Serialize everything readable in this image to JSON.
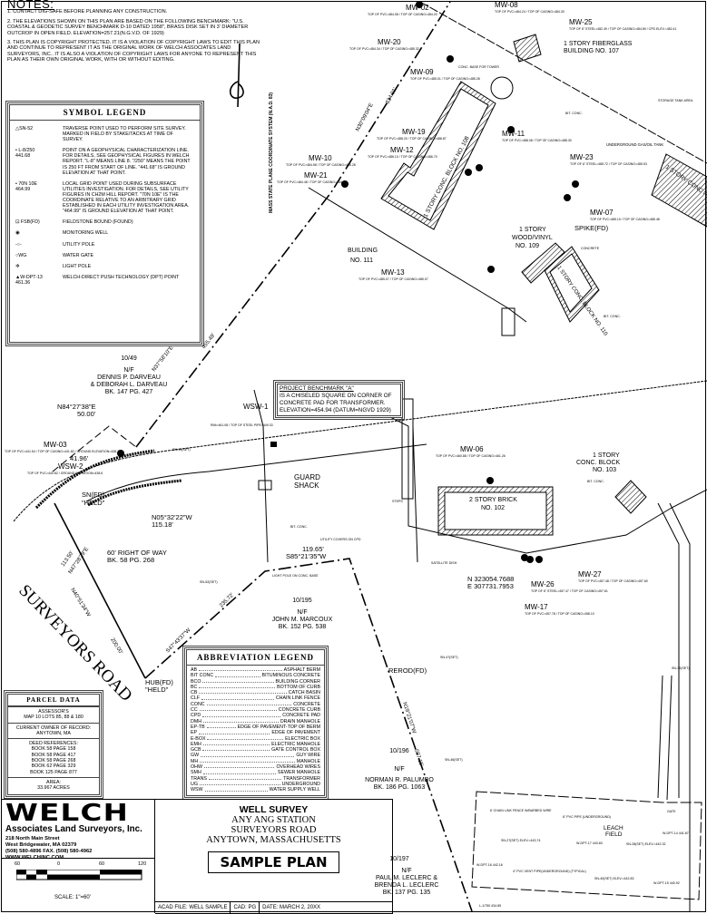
{
  "notes": {
    "heading": "NOTES:",
    "items": [
      "1. CONTACT DIG-SAFE BEFORE PLANNING ANY CONSTRUCTION.",
      "2. THE ELEVATIONS SHOWN ON THIS PLAN ARE BASED ON THE FOLLOWING BENCHMARK: \"U.S. COASTAL & GEODETIC SURVEY BENCHMARK D-10 DATED 1958\", BRASS DISK SET IN 3' DIAMETER OUTCROP IN OPEN FIELD. ELEVATION=257.21(N.G.V.D. OF 1929)",
      "3. THIS PLAN IS COPYRIGHT PROTECTED. IT IS A VIOLATION OF COPYRIGHT LAWS TO EDIT THIS PLAN AND CONTINUE TO REPRESENT IT AS THE ORIGINAL WORK OF WELCH ASSOCIATES LAND SURVEYORS, INC.. IT IS ALSO A VIOLATION OF COPYRIGHT LAWS FOR ANYONE TO REPRESENT THIS PLAN AS THEIR OWN ORIGINAL WORK, WITH OR WITHOUT EDITING."
    ]
  },
  "symbol_legend": {
    "title": "SYMBOL LEGEND",
    "items": [
      {
        "key": "△SN-52",
        "desc": "TRAVERSE POINT USED TO PERFORM SITE SURVEY. MARKED IN FIELD BY STAKE/TACKS AT TIME OF SURVEY."
      },
      {
        "key": "• L-8/250\n441.68",
        "desc": "POINT ON A GEOPHYSICAL CHARACTERIZATION LINE. FOR DETAILS, SEE GEOPHYSICAL FIGURES IN WELCH REPORT. \"L-8\" MEANS LINE 8. \"/250\" MEANS THE POINT IS 250 FT FROM START OF LINE. \"441.68\" IS GROUND ELEVATION AT THAT POINT."
      },
      {
        "key": "• 70N 10E\n464.99",
        "desc": "LOCAL GRID POINT USED DURING SUBSURFACE UTILITIES INVESTIGATION. FOR DETAILS, SEE UTILITY FIGURES IN CH2M HILL REPORT. \"70N 10E\" IS THE COORDINATE RELATIVE TO AN ARBITRARY GRID ESTABLISHED IN EACH UTILITY INVESTIGATION AREA. \"464.99\" IS GROUND ELEVATION AT THAT POINT."
      },
      {
        "key": "⊡ FSB(FD)",
        "desc": "FIELDSTONE BOUND (FOUND)"
      },
      {
        "key": "  ◉",
        "desc": "MONITORING WELL"
      },
      {
        "key": "-○-",
        "desc": "UTILITY POLE"
      },
      {
        "key": "○WG",
        "desc": "WATER GATE"
      },
      {
        "key": "  ✲",
        "desc": "LIGHT POLE"
      },
      {
        "key": "▲W-DPT-13\n   461.36",
        "desc": "WELCH-DIRECT PUSH TECHNOLOGY (DPT) POINT"
      }
    ]
  },
  "abbreviation_legend": {
    "title": "ABBREVIATION LEGEND",
    "items": [
      {
        "abbr": "AB",
        "meaning": "ASPHALT BERM"
      },
      {
        "abbr": "BIT CONC",
        "meaning": "BITUMINOUS CONCRETE"
      },
      {
        "abbr": "BCO",
        "meaning": "BUILDING CORNER"
      },
      {
        "abbr": "BC",
        "meaning": "BOTTOM OF CURB"
      },
      {
        "abbr": "CB",
        "meaning": "CATCH BASIN"
      },
      {
        "abbr": "CLF",
        "meaning": "CHAIN LINK FENCE"
      },
      {
        "abbr": "CONC",
        "meaning": "CONCRETE"
      },
      {
        "abbr": "CC",
        "meaning": "CONCRETE CURB"
      },
      {
        "abbr": "CPD",
        "meaning": "CONCRETE PAD"
      },
      {
        "abbr": "DMH",
        "meaning": "DRAIN MANHOLE"
      },
      {
        "abbr": "EP-TB",
        "meaning": "EDGE OF PAVEMENT-TOP OF BERM"
      },
      {
        "abbr": "EP",
        "meaning": "EDGE OF PAVEMENT"
      },
      {
        "abbr": "E-BOX",
        "meaning": "ELECTRIC BOX"
      },
      {
        "abbr": "EMH",
        "meaning": "ELECTRIC MANHOLE"
      },
      {
        "abbr": "GCB",
        "meaning": "GATE CONTROL BOX"
      },
      {
        "abbr": "GW",
        "meaning": "GUY WIRE"
      },
      {
        "abbr": "MH",
        "meaning": "MANHOLE"
      },
      {
        "abbr": "OHW",
        "meaning": "OVERHEAD WIRES"
      },
      {
        "abbr": "SMH",
        "meaning": "SEWER MANHOLE"
      },
      {
        "abbr": "TRANS",
        "meaning": "TRANSFORMER"
      },
      {
        "abbr": "UG",
        "meaning": "UNDERGROUND"
      },
      {
        "abbr": "WSW",
        "meaning": "WATER SUPPLY WELL"
      }
    ]
  },
  "parcel_data": {
    "title": "PARCEL DATA",
    "assessor_label": "ASSESSOR'S",
    "assessor_value": "MAP 10 LOTS 85, 88 & 180",
    "owner_label": "CURRENT OWNER OF RECORD:",
    "owner_value": "ANYTOWN, MA",
    "deed_label": "DEED REFERENCES:",
    "deeds": [
      "BOOK 58 PAGE 158",
      "BOOK 58 PAGE 417",
      "BOOK 58 PAGE 268",
      "BOOK 62 PAGE 329",
      "BOOK 125 PAGE 877"
    ],
    "area_label": "AREA:",
    "area_value": "33.967 ACRES"
  },
  "benchmark": {
    "title": "PROJECT BENCHMARK \"A\"",
    "line1": "IS A CHISELED SQUARE ON CORNER OF",
    "line2": "CONCRETE PAD FOR TRANSFORMER.",
    "line3": "ELEVATION=454.94 (DATUM=NGVD 1929)"
  },
  "company": {
    "name": "WELCH",
    "subtitle": "Associates Land Surveyors, Inc.",
    "street": "218 North Main Street",
    "city": "West Bridgewater, MA   02379",
    "phone": "(508) 580-4896  FAX. (508) 580-4962",
    "web": "WWW.WELCHINC.COM"
  },
  "scale_bar": {
    "ticks": [
      "60",
      "0",
      "60",
      "120"
    ],
    "label": "SCALE:  1\"=60'"
  },
  "title_block": {
    "heading": "WELL SURVEY",
    "line1": "ANY ANG STATION",
    "line2": "SURVEYORS ROAD",
    "line3": "ANYTOWN, MASSACHUSETTS",
    "stamp": "SAMPLE PLAN",
    "acad_file": "ACAD FILE: WELL SAMPLE",
    "cad": "CAD: PG",
    "date": "DATE: MARCH 2, 20XX"
  },
  "map": {
    "coord_system": "MASS STATE PLANE COORDINATE SYSTEM (N.A.D. 83)",
    "wells": {
      "mw02": "MW-02",
      "mw02_d": "TOP OF PVC=484.08 / TOP OF CASING=484.20",
      "mw08": "MW-08",
      "mw08_d": "TOP OF PVC=484.24 / TOP OF CASING=484.33",
      "mw25": "MW-25",
      "mw25_d": "TOP OF 6\" STEEL=482.49 / TOP OF CASING=484.89 / CPD ELEV.=482.41",
      "mw20": "MW-20",
      "mw20_d": "TOP OF PVC=484.34 / TOP OF CASING=485.32",
      "mw09": "MW-09",
      "mw09_d": "TOP OF PVC=485.01 / TOP OF CASING=485.28",
      "mw19": "MW-19",
      "mw19_d": "TOP OF PVC=488.20 / TOP OF CASING=488.87",
      "mw12": "MW-12",
      "mw12_d": "TOP OF PVC=486.10 / TOP OF CASING=486.70",
      "mw10": "MW-10",
      "mw10_d": "TOP OF PVC=484.58 / TOP OF CASING=485.28",
      "mw21": "MW-21",
      "mw21_d": "TOP OF PVC=484.48 / TOP OF CASING=484.76",
      "mw11": "MW-11",
      "mw11_d": "TOP OF PVC=488.08 / TOP OF CASING=488.30",
      "mw23": "MW-23",
      "mw23_d": "TOP OF 6\" STEEL=485.72 / TOP OF CASING=485.53",
      "mw07": "MW-07",
      "mw07_d": "TOP OF PVC=485.19 / TOP OF CASING=485.48",
      "mw13": "MW-13",
      "mw13_d": "TOP OF PVC=485.07 / TOP OF CASING=485.07",
      "mw03": "MW-03",
      "mw03_d": "TOP OF PVC=441.54 / TOP OF CASING=441.82 / GROUND ELEVATION=438.7",
      "wsw2": "WSW-2",
      "wsw2_d": "TOP OF PVC=440.82 / GROUND ELEVATION=438.6",
      "wsw1": "WSW-1",
      "wsw1_d": "RIM=461.08 / TOP OF STEEL PIPE=449.33",
      "mw06": "MW-06",
      "mw06_d": "TOP OF PVC=460.88 / TOP OF CASING=461.26",
      "mw27": "MW-27",
      "mw27_d": "TOP OF PVC=457.48 / TOP OF CASING=457.60",
      "mw26": "MW-26",
      "mw26_d": "TOP OF 6\" STEEL=457.47 / TOP OF CASING=457.61",
      "mw17": "MW-17",
      "mw17_d": "TOP OF PVC=457.78 / TOP OF CASING=458.10"
    },
    "buildings": {
      "b107a": "1 STORY FIBERGLASS",
      "b107b": "BUILDING NO. 107",
      "b108": "1 STORY CONC. BLOCK NO. 108",
      "b108b": "1 STORY CONC NO. 108",
      "b109a": "1 STORY",
      "b109b": "WOOD/VINYL",
      "b109c": "NO. 109",
      "b110": "1 STORY CONC. BLOCK NO. 110",
      "b111a": "BUILDING",
      "b111b": "NO. 111",
      "b102a": "2 STORY BRICK",
      "b102b": "NO. 102",
      "b103a": "1 STORY",
      "b103b": "CONC. BLOCK",
      "b103c": "NO. 103",
      "guard_a": "GUARD",
      "guard_b": "SHACK",
      "leach_a": "LEACH",
      "leach_b": "FIELD"
    },
    "owners": {
      "lot49": "10/49",
      "nf1": "N/F",
      "owner49a": "DENNIS P. DARVEAU",
      "owner49b": "& DEBORAH L. DARVEAU",
      "bk49": "BK. 147 PG. 427",
      "lot195": "10/195",
      "nf2": "N/F",
      "owner195": "JOHN M. MARCOUX",
      "bk195": "BK. 152 PG. 538",
      "lot196": "10/196",
      "nf3": "N/F",
      "owner196": "NORMAN R. PALUMBO",
      "bk196": "BK. 186 PG. 1063",
      "lot197": "10/197",
      "nf4": "N/F",
      "owner197a": "PAUL M. LECLERC &",
      "owner197b": "BRENDA L. LECLERC",
      "bk197": "BK. 137 PG. 135"
    },
    "survey": {
      "b1": "N84°27'38\"E",
      "d1": "50.00'",
      "d2": "41.96'",
      "sn_held": "SN(FD)",
      "held1": "\"HELD\"",
      "b3": "N05°32'22\"W",
      "d3": "115.18'",
      "row": "60' RIGHT OF WAY",
      "row_bk": "BK. 58 PG. 268",
      "road": "SURVEYORS ROAD",
      "b4": "N40°51'34\"W",
      "d4": "200.00'",
      "b5": "N47°28'29\"E",
      "d5": "113.50'",
      "b6": "S47°43'37\"W",
      "d6": "235.72'",
      "hub": "HUB(FD)",
      "held2": "\"HELD\"",
      "b7": "S85°21'35\"W",
      "d7": "119.65'",
      "rerod": "REROD(FD)",
      "b8": "N19°21'07\"W",
      "d8": "507.15'",
      "b9": "N30°09'04\"E",
      "d9": "334.01'",
      "b10": "N37°58'10\"E",
      "d10": "455.49'",
      "north": "N 323054.7688",
      "east": "E 307731.7953",
      "spike": "SPIKE(FD)",
      "light_pole": "LIGHT POLE ON CONC. BASE",
      "bitconc1": "BIT. CONC.",
      "bitconc2": "BIT. CONC.",
      "bitconc3": "BIT. CONC.",
      "bitconc4": "BIT. CONC.",
      "sn49": "SN-49(SET)",
      "sn52": "SN-52(SET)",
      "sn47": "SN-47(SET)",
      "sn46": "SN-46(SET)",
      "sn30": "SN-30(SET)",
      "sn27": "SN-27(SET) ELEV.=443.74",
      "sn28": "SN-28(SET) ELEV.=442.32",
      "sn40": "SN-40(SET) ELEV.=442.83",
      "dpt14": "W-DPT-14 441.87",
      "dpt17": "W-DPT-17 443.83",
      "dpt16": "W-DPT-16 442.16",
      "dpt15": "W-DPT-15 440.92",
      "clf": "6' CHAIN LINK FENCE W/BARBED WIRE",
      "pvc": "6\" PVC PIPE (UNDERGROUND)",
      "vent": "4\" PVC VENT PIPE(UNDERGROUND) (TYPICAL)",
      "gate": "GATE",
      "steps": "STEPS",
      "util": "UTILITY COVERS ON CPD",
      "sat": "SATELLITE DISH",
      "storage": "STORAGE TANK AREA",
      "ugtank": "UNDERGROUND GAS/OIL TANK",
      "concrete": "CONCRETE",
      "cpd_tower": "CONC. BASE FOR TOWER",
      "l1750": "L-1/750 434.85"
    }
  }
}
